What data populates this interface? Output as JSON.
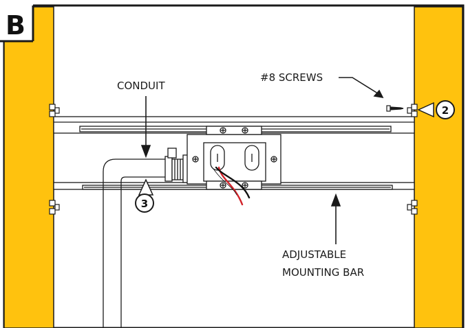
{
  "step": "B",
  "labels": {
    "conduit": "CONDUIT",
    "screws": "#8 SCREWS",
    "mounting_bar_line1": "ADJUSTABLE",
    "mounting_bar_line2": "MOUNTING BAR"
  },
  "callouts": {
    "screws_step": "2",
    "conduit_step": "3"
  },
  "colors": {
    "joist": "#FFC20E",
    "line": "#1a1a1a",
    "wire_red": "#d2232a",
    "wire_black": "#111111",
    "wire_white": "#ffffff"
  }
}
